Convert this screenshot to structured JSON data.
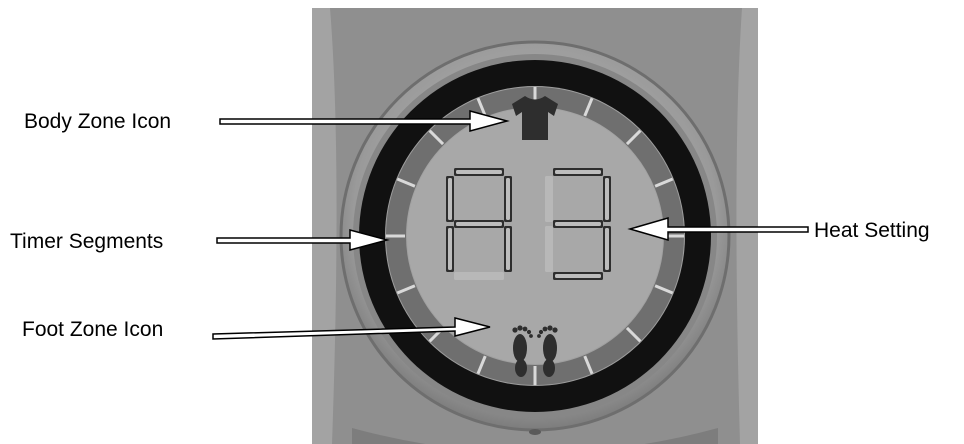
{
  "labels": {
    "body_zone": "Body Zone Icon",
    "timer_segments": "Timer Segments",
    "foot_zone": "Foot Zone Icon",
    "heat_setting": "Heat Setting"
  },
  "display": {
    "heat_setting_value": "A3",
    "digit_1": "A",
    "digit_2": "3"
  },
  "colors": {
    "housing": "#8f8f8f",
    "bezel": "#a4a4a4",
    "ring": "#111111",
    "lcd": "#a3a3a3",
    "segment": "#2e2e2e",
    "ghost_segment": "#d7d7d7",
    "arrow_fill": "#ffffff",
    "arrow_stroke": "#000000"
  },
  "icons": {
    "body_zone": "shirt-icon",
    "foot_zone": "footprints-icon"
  }
}
